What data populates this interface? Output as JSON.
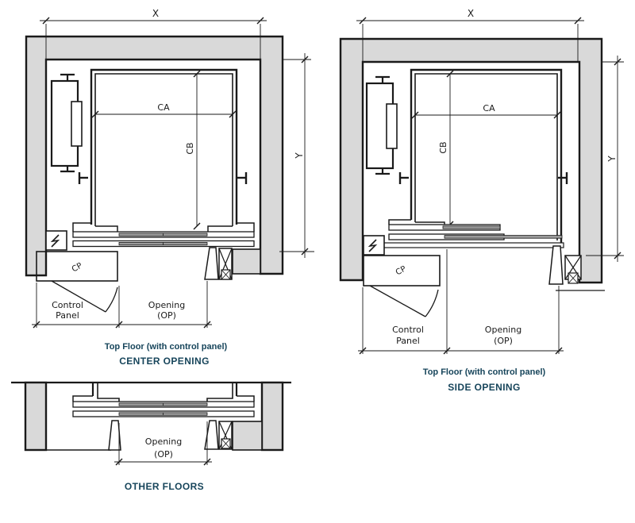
{
  "colors": {
    "background": "#ffffff",
    "wall_fill": "#d9d9d9",
    "line": "#1a1a1a",
    "caption_text": "#17455b",
    "door_panel_fill": "#9a9a9a"
  },
  "icons": {
    "power_supply": "lightning-bolt-icon",
    "car_guide_rail": "t-rail-icon",
    "counterweight_guide_rail": "t-rail-icon",
    "door_frame_section": "crossed-box-icon"
  },
  "diagrams": {
    "center_opening": {
      "hoistway_width_label": "X",
      "hoistway_depth_label": "Y",
      "car_width_label": "CA",
      "car_depth_label": "CB",
      "control_panel_abbr": "CP",
      "control_panel_label": {
        "line1": "Control",
        "line2": "Panel"
      },
      "opening_label": {
        "line1": "Opening",
        "line2": "(OP)"
      },
      "caption": {
        "line1": "Top Floor (with control panel)",
        "line2": "CENTER OPENING"
      }
    },
    "side_opening": {
      "hoistway_width_label": "X",
      "hoistway_depth_label": "Y",
      "car_width_label": "CA",
      "car_depth_label": "CB",
      "control_panel_abbr": "CP",
      "control_panel_label": {
        "line1": "Control",
        "line2": "Panel"
      },
      "opening_label": {
        "line1": "Opening",
        "line2": "(OP)"
      },
      "caption": {
        "line1": "Top Floor (with control panel)",
        "line2": "SIDE OPENING"
      }
    },
    "other_floors": {
      "opening_label": {
        "line1": "Opening",
        "line2": "(OP)"
      },
      "caption": "OTHER FLOORS"
    }
  }
}
